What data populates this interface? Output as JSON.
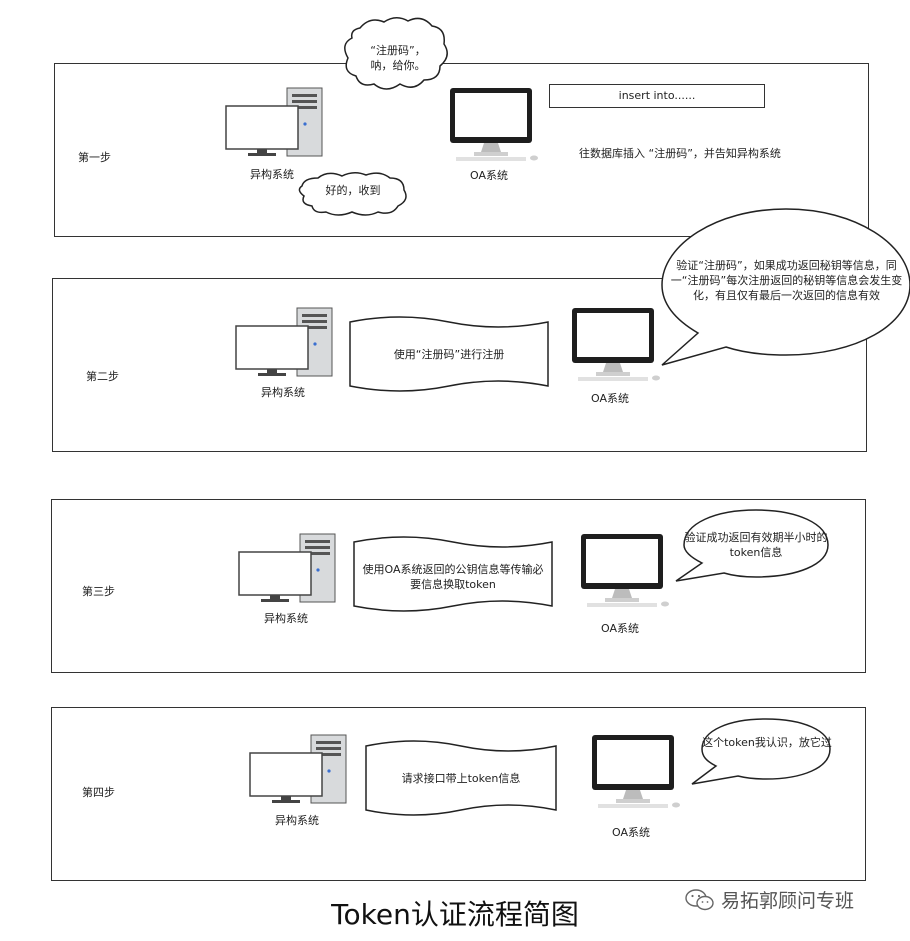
{
  "title": "Token认证流程简图",
  "watermark": "易拓郭顾问专班",
  "steps": [
    {
      "label": "第一步",
      "client_label": "异构系统",
      "server_label": "OA系统",
      "top_bubble": "“注册码”，呐，给你。",
      "bottom_bubble": "好的，收到",
      "sql_text": "insert into......",
      "note": "往数据库插入 “注册码”，并告知异构系统"
    },
    {
      "label": "第二步",
      "client_label": "异构系统",
      "server_label": "OA系统",
      "wave_text": "使用“注册码”进行注册",
      "bubble": "验证“注册码”，如果成功返回秘钥等信息，同一“注册码”每次注册返回的秘钥等信息会发生变化，有且仅有最后一次返回的信息有效"
    },
    {
      "label": "第三步",
      "client_label": "异构系统",
      "server_label": "OA系统",
      "wave_text": "使用OA系统返回的公钥信息等传输必要信息换取token",
      "bubble": "验证成功返回有效期半小时的token信息"
    },
    {
      "label": "第四步",
      "client_label": "异构系统",
      "server_label": "OA系统",
      "wave_text": "请求接口带上token信息",
      "bubble": "这个token我认识，放它过"
    }
  ]
}
